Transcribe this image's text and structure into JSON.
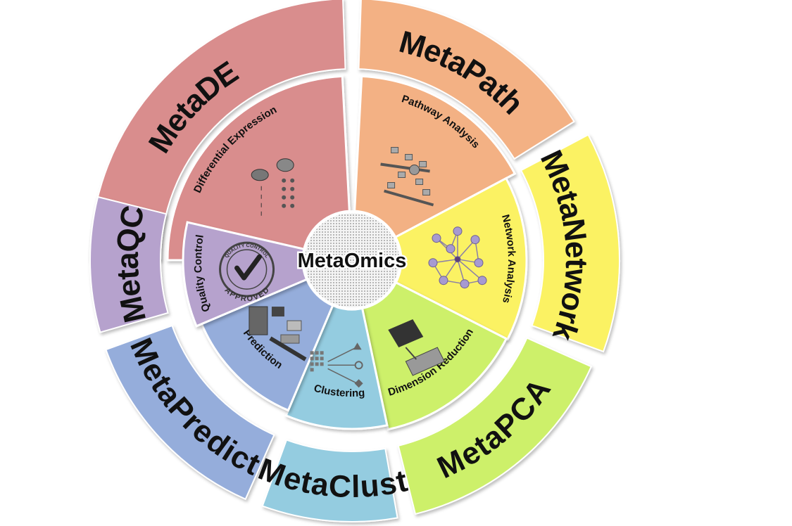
{
  "center": {
    "label": "MetaOmics"
  },
  "segments": [
    {
      "id": "de",
      "outer_label": "MetaDE",
      "inner_label": "Differential Expression",
      "color": "#d98d8d",
      "icon": "cell-comparison-icon"
    },
    {
      "id": "path",
      "outer_label": "MetaPath",
      "inner_label": "Pathway Analysis",
      "color": "#f3b184",
      "icon": "pathway-diagram-icon"
    },
    {
      "id": "network",
      "outer_label": "MetaNetwork",
      "inner_label": "Network Analysis",
      "color": "#fbf264",
      "icon": "network-graph-icon"
    },
    {
      "id": "pca",
      "outer_label": "MetaPCA",
      "inner_label": "Dimension Reduction",
      "color": "#cdf06a",
      "icon": "projection-planes-icon"
    },
    {
      "id": "clust",
      "outer_label": "MetaClust",
      "inner_label": "Clustering",
      "color": "#94cce0",
      "icon": "clustering-shapes-icon"
    },
    {
      "id": "predict",
      "outer_label": "MetaPredict",
      "inner_label": "Prediction",
      "color": "#95addb",
      "icon": "prediction-model-icon"
    },
    {
      "id": "qc",
      "outer_label": "MetaQC",
      "inner_label": "Quality Control",
      "color": "#b6a2cd",
      "icon": "quality-control-approved-stamp-icon"
    }
  ],
  "stamp": {
    "top_text": "QUALITY CONTROL",
    "bottom_text": "APPROVED"
  }
}
